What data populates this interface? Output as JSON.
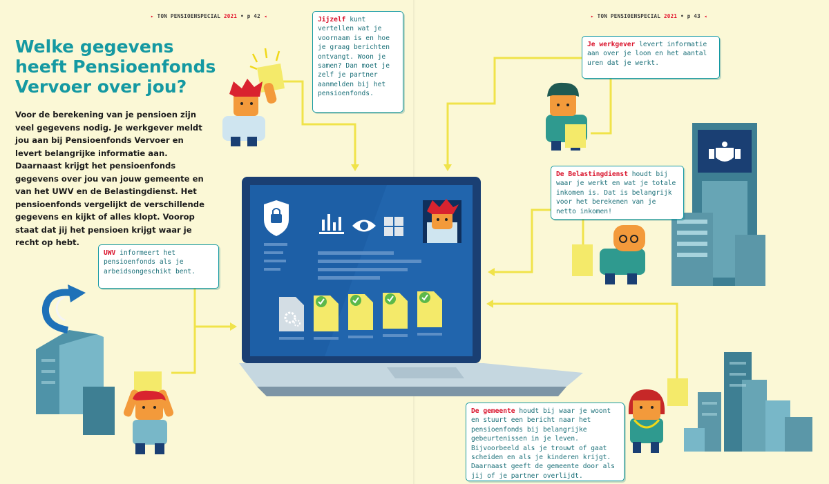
{
  "header": {
    "left_folio": {
      "magazine": "TON PENSIOENSPECIAL",
      "year": "2021",
      "page": "• p 42"
    },
    "right_folio": {
      "magazine": "TON PENSIOENSPECIAL",
      "year": "2021",
      "page": "• p 43"
    }
  },
  "title": "Welke gegevens heeft Pensioenfonds Vervoer over jou?",
  "intro": "Voor de berekening van je pensioen zijn veel gegevens nodig. Je werkgever meldt jou aan bij Pensioenfonds Vervoer en levert belangrijke informatie aan. Daarnaast krijgt het pensioenfonds gegevens over jou van jouw gemeente en van het UWV en de Belastingdienst. Het pensioenfonds vergelijkt de verschillende gegevens en kijkt of alles klopt. Voorop staat dat jij het pensioen krijgt waar je recht op hebt.",
  "callouts": {
    "jijzelf": {
      "keyword": "Jijzelf",
      "text": " kunt vertellen wat je voornaam is en hoe je graag berichten ontvangt. Woon je samen? Dan moet je zelf je partner aanmelden bij het pensioenfonds."
    },
    "werkgever": {
      "keyword": "Je werkgever",
      "text": " levert informatie aan over je loon en het aantal uren dat je werkt."
    },
    "belastingdienst": {
      "keyword": "De Belastingdienst",
      "text": " houdt bij waar je werkt en wat je totale inkomen is. Dat is belangrijk voor het berekenen van je netto inkomen!"
    },
    "uwv": {
      "keyword": "UWV",
      "text": " informeert het pensioenfonds als je arbeidsongeschikt bent."
    },
    "gemeente": {
      "keyword": "De gemeente",
      "text": " houdt bij waar je woont en stuurt een bericht naar het pensioenfonds bij belangrijke gebeurtenissen in je leven. Bijvoorbeeld als je trouwt of gaat scheiden en als je kinderen krijgt. Daarnaast geeft de gemeente door als jij of je partner overlijdt."
    }
  },
  "colors": {
    "page_background": "#fbf8d6",
    "title_teal": "#1599a2",
    "keyword_red": "#d9112a",
    "connector_yellow": "#f0e34a",
    "screen_blue": "#1d5fa6",
    "document_yellow": "#f4ea6a",
    "check_green": "#5cb84a"
  },
  "icons": [
    "lock-icon",
    "bar-chart-icon",
    "eye-icon",
    "puzzle-icon",
    "gear-icon",
    "checkmark-icon",
    "uwv-logo-icon",
    "royal-coat-of-arms-icon"
  ]
}
